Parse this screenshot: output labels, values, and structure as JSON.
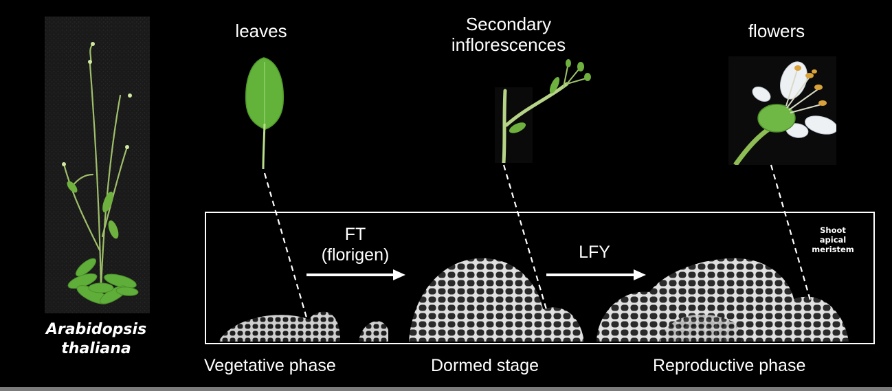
{
  "species": {
    "line1": "Arabidopsis",
    "line2": "thaliana"
  },
  "organs": {
    "leaves": "leaves",
    "secondary_line1": "Secondary",
    "secondary_line2": "inflorescences",
    "flowers": "flowers"
  },
  "arrows": {
    "ft_line1": "FT",
    "ft_line2": "(florigen)",
    "lfy": "LFY"
  },
  "meristem": {
    "line1": "Shoot",
    "line2": "apical",
    "line3": "meristem"
  },
  "phases": {
    "vegetative": "Vegetative phase",
    "domed": "Dormed stage",
    "reproductive": "Reproductive phase"
  },
  "icons": [
    "plant-photo",
    "leaf-photo",
    "inflorescence-photo",
    "flower-photo",
    "meristem-cells"
  ],
  "colors": {
    "background": "#000000",
    "text": "#ffffff",
    "frame": "#ffffff",
    "leaf_green": "#5fae3a"
  }
}
